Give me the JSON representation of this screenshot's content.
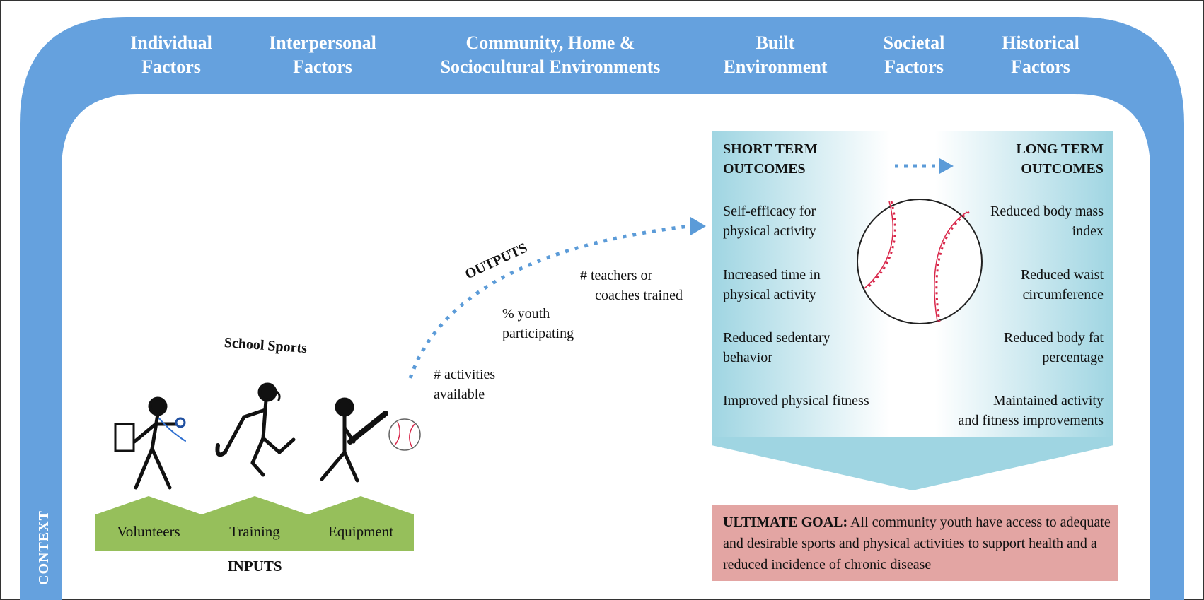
{
  "context_label": "CONTEXT",
  "header": {
    "items": [
      {
        "line1": "Individual",
        "line2": "Factors"
      },
      {
        "line1": "Interpersonal",
        "line2": "Factors"
      },
      {
        "line1": "Community, Home &",
        "line2": "Sociocultural Environments"
      },
      {
        "line1": "Built",
        "line2": "Environment"
      },
      {
        "line1": "Societal",
        "line2": "Factors"
      },
      {
        "line1": "Historical",
        "line2": "Factors"
      }
    ]
  },
  "inputs": {
    "title": "INPUTS",
    "items": [
      "Volunteers",
      "Training",
      "Equipment"
    ]
  },
  "school_sports": "School Sports",
  "outputs": {
    "title": "OUTPUTS",
    "items": [
      {
        "line1": "# activities",
        "line2": "available"
      },
      {
        "line1": "% youth",
        "line2": "participating"
      },
      {
        "line1": "# teachers or",
        "line2": "coaches trained"
      }
    ]
  },
  "short_term": {
    "title_line1": "SHORT TERM",
    "title_line2": "OUTCOMES",
    "items": [
      {
        "line1": "Self-efficacy for",
        "line2": "physical activity"
      },
      {
        "line1": "Increased time in",
        "line2": "physical activity"
      },
      {
        "line1": "Reduced sedentary",
        "line2": "behavior"
      },
      {
        "line1": "Improved physical fitness",
        "line2": ""
      }
    ]
  },
  "long_term": {
    "title_line1": "LONG TERM",
    "title_line2": "OUTCOMES",
    "items": [
      {
        "line1": "Reduced body mass",
        "line2": "index"
      },
      {
        "line1": "Reduced waist",
        "line2": "circumference"
      },
      {
        "line1": "Reduced body fat",
        "line2": "percentage"
      },
      {
        "line1": "Maintained activity",
        "line2": "and fitness improvements"
      }
    ]
  },
  "ultimate_goal": {
    "label": "ULTIMATE GOAL:",
    "text": " All community youth have access to adequate and desirable sports and physical activities to support health and a reduced incidence of chronic disease"
  },
  "colors": {
    "arch_blue": "#65a1de",
    "outcomes_teal": "#9fd5e2",
    "inputs_green": "#96bf5b",
    "goal_pink": "#e3a5a3",
    "seam_red": "#d9284b"
  }
}
